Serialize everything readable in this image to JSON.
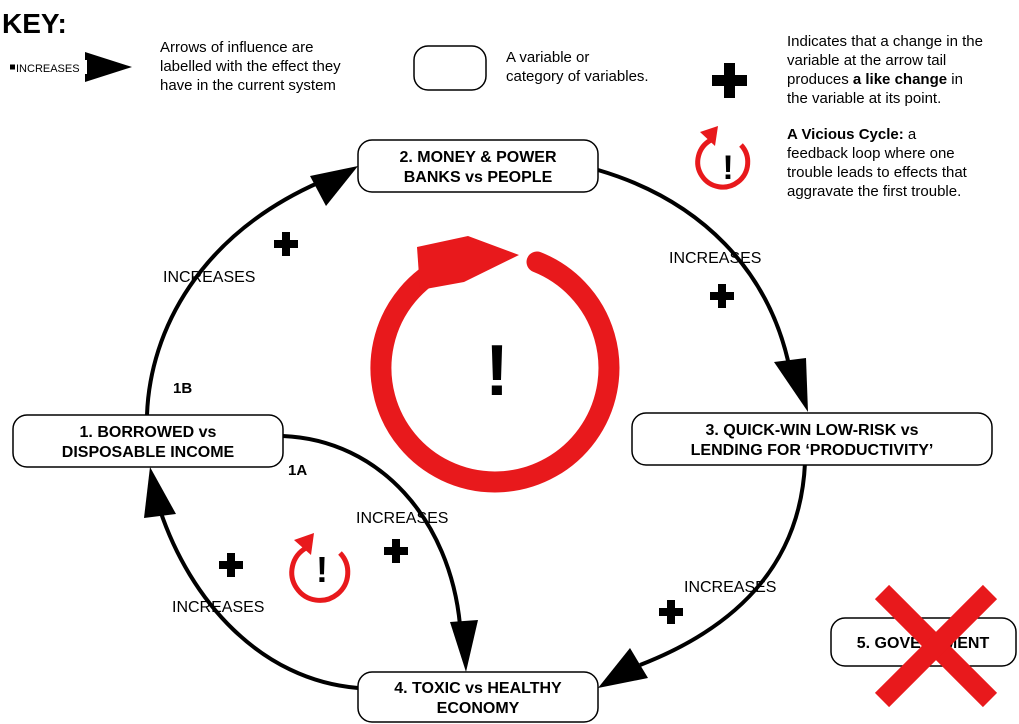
{
  "key": {
    "title": "KEY:",
    "arrow_sample_label": "INCREASES",
    "arrow_desc": [
      "Arrows of influence are",
      "labelled with the effect they",
      "have in the current system"
    ],
    "variable_desc": [
      "A variable or",
      "category of variables."
    ],
    "plus_symbol": "+",
    "plus_desc": [
      "Indicates that a change in the",
      "variable at the arrow tail"
    ],
    "plus_desc_line3_pre": "produces ",
    "plus_desc_line3_bold": "a like change",
    "plus_desc_line3_post": " in",
    "plus_desc_line4": "the variable at its point.",
    "vicious_title": "A Vicious Cycle:",
    "vicious_desc_line1_post": " a",
    "vicious_desc": [
      "feedback loop where one",
      "trouble leads to effects that",
      "aggravate the first trouble."
    ],
    "vicious_symbol": "!"
  },
  "nodes": {
    "n1": [
      "1. BORROWED vs",
      "DISPOSABLE INCOME"
    ],
    "n2": [
      "2. MONEY & POWER",
      "BANKS vs PEOPLE"
    ],
    "n3": [
      "3. QUICK-WIN LOW-RISK vs",
      "LENDING FOR ‘PRODUCTIVITY’"
    ],
    "n4": [
      "4. TOXIC vs HEALTHY",
      "ECONOMY"
    ],
    "n5": "5. GOVERNMENT"
  },
  "edges": {
    "e1b": {
      "tag": "1B",
      "label": "INCREASES",
      "sign": "+"
    },
    "e23": {
      "label": "INCREASES",
      "sign": "+"
    },
    "e34": {
      "label": "INCREASES",
      "sign": "+"
    },
    "e41": {
      "label": "INCREASES",
      "sign": "+"
    },
    "e1a": {
      "tag": "1A",
      "label": "INCREASES",
      "sign": "+"
    }
  },
  "center_symbol": "!",
  "small_cycle_symbol": "!",
  "colors": {
    "accent_red": "#e8191c",
    "stroke": "#000000",
    "node_fill": "#ffffff"
  },
  "icons": [
    "plus-icon",
    "vicious-cycle-icon",
    "cross-out-icon",
    "arrow-icon"
  ]
}
